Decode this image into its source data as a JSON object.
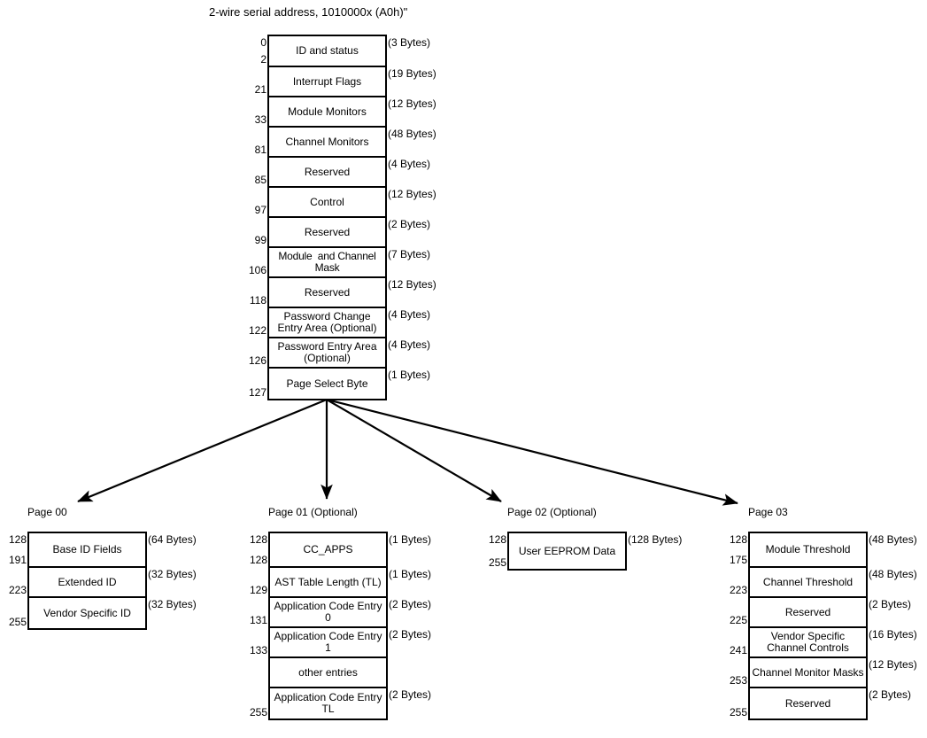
{
  "title": "2-wire serial address, 1010000x (A0h)\"",
  "main_map": {
    "name": "lower-memory-map",
    "rows": [
      {
        "label": "ID and status",
        "bytes": "(3 Bytes)",
        "addr_top": "0",
        "addr_bot": "2"
      },
      {
        "label": "Interrupt Flags",
        "bytes": "(19 Bytes)",
        "addr_top": "",
        "addr_bot": "21"
      },
      {
        "label": "Module Monitors",
        "bytes": "(12 Bytes)",
        "addr_top": "",
        "addr_bot": "33"
      },
      {
        "label": "Channel Monitors",
        "bytes": "(48 Bytes)",
        "addr_top": "",
        "addr_bot": "81"
      },
      {
        "label": "Reserved",
        "bytes": "(4 Bytes)",
        "addr_top": "",
        "addr_bot": "85"
      },
      {
        "label": "Control",
        "bytes": "(12 Bytes)",
        "addr_top": "",
        "addr_bot": "97"
      },
      {
        "label": "Reserved",
        "bytes": "(2 Bytes)",
        "addr_top": "",
        "addr_bot": "99"
      },
      {
        "label": "Module  and Channel Mask",
        "bytes": "(7 Bytes)",
        "addr_top": "",
        "addr_bot": "106"
      },
      {
        "label": "Reserved",
        "bytes": "(12 Bytes)",
        "addr_top": "",
        "addr_bot": "118"
      },
      {
        "label": "Password Change Entry Area (Optional)",
        "bytes": "(4 Bytes)",
        "addr_top": "",
        "addr_bot": "122"
      },
      {
        "label": "Password Entry Area (Optional)",
        "bytes": "(4 Bytes)",
        "addr_top": "",
        "addr_bot": "126"
      },
      {
        "label": "Page Select Byte",
        "bytes": "(1 Bytes)",
        "addr_top": "",
        "addr_bot": "127"
      }
    ]
  },
  "pages": [
    {
      "name": "page-00",
      "label": "Page 00",
      "rows": [
        {
          "label": "Base ID Fields",
          "bytes": "(64 Bytes)",
          "addr_top": "128",
          "addr_bot": "191"
        },
        {
          "label": "Extended ID",
          "bytes": "(32 Bytes)",
          "addr_top": "",
          "addr_bot": "223"
        },
        {
          "label": "Vendor Specific ID",
          "bytes": "(32 Bytes)",
          "addr_top": "",
          "addr_bot": "255"
        }
      ]
    },
    {
      "name": "page-01",
      "label": "Page 01 (Optional)",
      "rows": [
        {
          "label": "CC_APPS",
          "bytes": "(1 Bytes)",
          "addr_top": "128",
          "addr_bot": "128"
        },
        {
          "label": "AST Table Length (TL)",
          "bytes": "(1 Bytes)",
          "addr_top": "",
          "addr_bot": "129"
        },
        {
          "label": "Application Code Entry 0",
          "bytes": "(2 Bytes)",
          "addr_top": "",
          "addr_bot": "131"
        },
        {
          "label": "Application Code Entry 1",
          "bytes": "(2 Bytes)",
          "addr_top": "",
          "addr_bot": "133"
        },
        {
          "label": "other entries",
          "bytes": "",
          "addr_top": "",
          "addr_bot": ""
        },
        {
          "label": "Application Code Entry TL",
          "bytes": "(2 Bytes)",
          "addr_top": "",
          "addr_bot": "255"
        }
      ]
    },
    {
      "name": "page-02",
      "label": "Page 02 (Optional)",
      "rows": [
        {
          "label": "User EEPROM Data",
          "bytes": "(128 Bytes)",
          "addr_top": "128",
          "addr_bot": "255"
        }
      ]
    },
    {
      "name": "page-03",
      "label": "Page 03",
      "rows": [
        {
          "label": "Module Threshold",
          "bytes": "(48 Bytes)",
          "addr_top": "128",
          "addr_bot": "175"
        },
        {
          "label": "Channel Threshold",
          "bytes": "(48 Bytes)",
          "addr_top": "",
          "addr_bot": "223"
        },
        {
          "label": "Reserved",
          "bytes": "(2 Bytes)",
          "addr_top": "",
          "addr_bot": "225"
        },
        {
          "label": "Vendor Specific Channel Controls",
          "bytes": "(16 Bytes)",
          "addr_top": "",
          "addr_bot": "241"
        },
        {
          "label": "Channel Monitor Masks",
          "bytes": "(12 Bytes)",
          "addr_top": "",
          "addr_bot": "253"
        },
        {
          "label": "Reserved",
          "bytes": "(2 Bytes)",
          "addr_top": "",
          "addr_bot": "255"
        }
      ]
    }
  ],
  "colors": {
    "stroke": "#000000",
    "background": "#ffffff"
  }
}
